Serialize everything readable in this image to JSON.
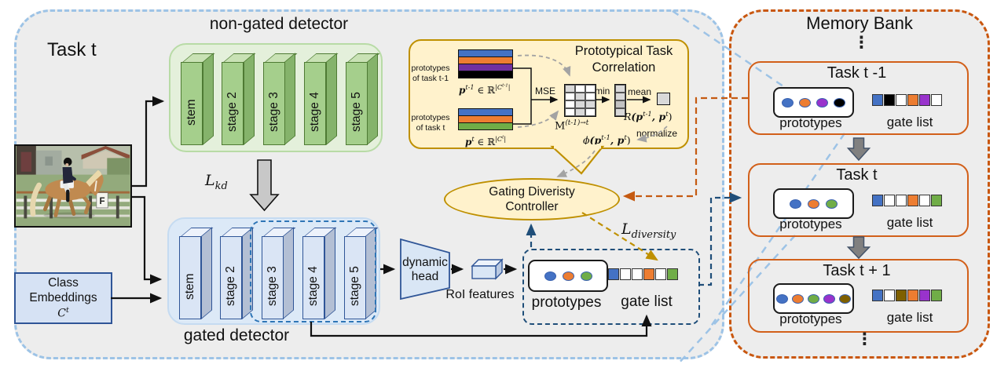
{
  "task_region": {
    "label": "Task t",
    "image_sign_letter": "F",
    "non_gated": {
      "title": "non-gated detector",
      "stages": [
        "stem",
        "stage 2",
        "stage 3",
        "stage 4",
        "stage 5"
      ]
    },
    "gated": {
      "title": "gated detector",
      "stages": [
        "stem",
        "stage 2",
        "stage 3",
        "stage 4",
        "stage 5"
      ]
    },
    "class_embeddings": {
      "line1": "Class",
      "line2": "Embeddings",
      "symbol": "C",
      "symbol_sup": "t"
    },
    "kd_loss": {
      "base": "L",
      "sub": "kd"
    },
    "dynamic_head": {
      "line1": "dynamic",
      "line2": "head"
    },
    "roi_features_label": "RoI features",
    "output": {
      "prototypes_label": "prototypes",
      "gate_list_label": "gate list",
      "prototype_colors": [
        "#4472C4",
        "#ED7D31",
        "#70AD47"
      ],
      "gate_colors": [
        "#4472C4",
        "#FFFFFF",
        "#FFFFFF",
        "#ED7D31",
        "#FFFFFF",
        "#70AD47"
      ]
    },
    "controller": {
      "line1": "Gating Diveristy",
      "line2": "Controller"
    },
    "diversity_loss": {
      "base": "L",
      "sub": "diversity"
    }
  },
  "correlation": {
    "title_line1": "Prototypical Task",
    "title_line2": "Correlation",
    "prev": {
      "label_line1": "prototypes",
      "label_line2": "of task t-1",
      "stripe_colors": [
        "#4472C4",
        "#ED7D31",
        "#7030A0",
        "#000000"
      ],
      "vec": {
        "p": "p",
        "p_sup": "t-1",
        "in_r": "∈ ℝ",
        "exp_open": "|C",
        "exp_sup": "t-1",
        "exp_close": "|"
      }
    },
    "cur": {
      "label_line1": "prototypes",
      "label_line2": "of task t",
      "stripe_colors": [
        "#4472C4",
        "#ED7D31",
        "#70AD47"
      ],
      "vec": {
        "p": "p",
        "p_sup": "t",
        "in_r": "∈ ℝ",
        "exp_open": "|C",
        "exp_sup": "t",
        "exp_close": "|"
      }
    },
    "mse_label": "MSE",
    "min_label": "min",
    "mean_label": "mean",
    "matrix": {
      "m": "M",
      "sup": "(t-1)→t",
      "pattern": [
        [
          1,
          0,
          0
        ],
        [
          0,
          1,
          0
        ],
        [
          0,
          1,
          1
        ],
        [
          0,
          1,
          0
        ]
      ],
      "on_color": "#D9D9D9",
      "off_color": "#FFFFFF"
    },
    "min_column_colors": [
      "#D9D9D9",
      "#D9D9D9",
      "#C2C2C2",
      "#D9D9D9"
    ],
    "r_score": {
      "fn": "R",
      "open": "(p",
      "sup1": "t-1",
      "mid": ", p",
      "sup2": "t",
      "close": ")"
    },
    "normalize_label": "normalize",
    "phi": {
      "fn": "ϕ",
      "open": "(p",
      "sup1": "t-1",
      "mid": ", p",
      "sup2": "t",
      "close": ")"
    }
  },
  "memory_bank": {
    "title": "Memory Bank",
    "ellipsis": "⋮",
    "tasks": [
      {
        "title": "Task t -1",
        "prototypes_label": "prototypes",
        "gate_list_label": "gate list",
        "prototype_colors": [
          "#4472C4",
          "#ED7D31",
          "#9933CC",
          "#000000"
        ],
        "gate_colors": [
          "#4472C4",
          "#000000",
          "#FFFFFF",
          "#ED7D31",
          "#9933CC",
          "#FFFFFF"
        ]
      },
      {
        "title": "Task t",
        "prototypes_label": "prototypes",
        "gate_list_label": "gate list",
        "prototype_colors": [
          "#4472C4",
          "#ED7D31",
          "#70AD47"
        ],
        "gate_colors": [
          "#4472C4",
          "#FFFFFF",
          "#FFFFFF",
          "#ED7D31",
          "#FFFFFF",
          "#70AD47"
        ]
      },
      {
        "title": "Task t + 1",
        "prototypes_label": "prototypes",
        "gate_list_label": "gate list",
        "prototype_colors": [
          "#4472C4",
          "#ED7D31",
          "#70AD47",
          "#9933CC",
          "#7F6000"
        ],
        "gate_colors": [
          "#4472C4",
          "#FFFFFF",
          "#7F6000",
          "#ED7D31",
          "#9933CC",
          "#70AD47"
        ]
      }
    ]
  },
  "colors": {
    "region_fill": "#EDEDED",
    "task_border": "#9DC3E6",
    "memory_border": "#C9570F",
    "gold": "#BF9000",
    "dark_blue": "#1F4E79",
    "orange_connector": "#C55A11"
  }
}
